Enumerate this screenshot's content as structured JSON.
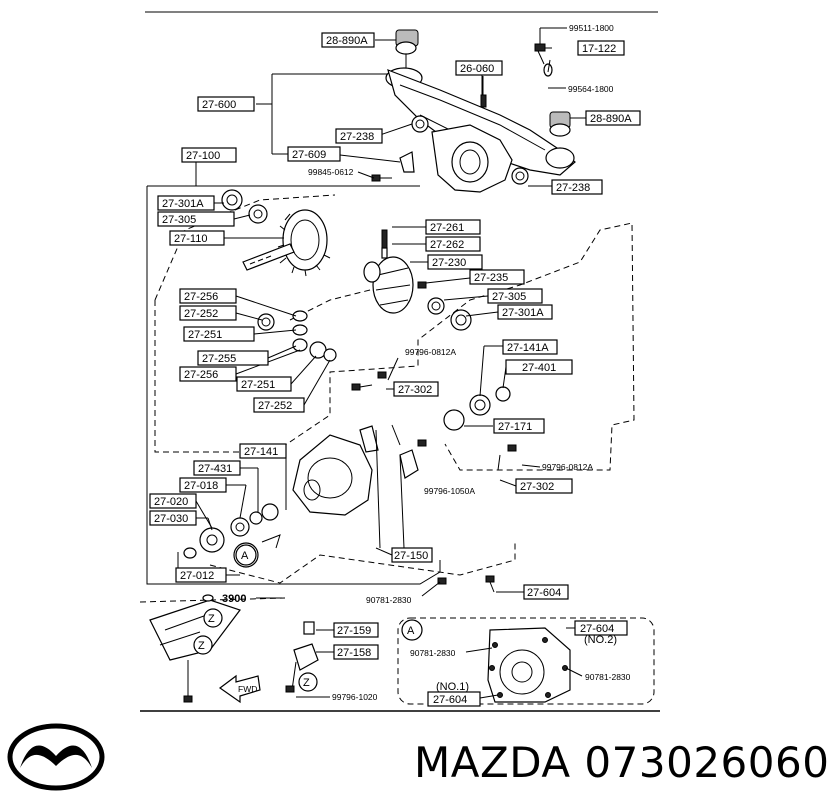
{
  "labels": {
    "l_28890a_top": "28-890A",
    "l_26060": "26-060",
    "l_99511": "99511-1800",
    "l_17122": "17-122",
    "l_99564": "99564-1800",
    "l_28890a_right": "28-890A",
    "l_27600": "27-600",
    "l_27238_a": "27-238",
    "l_27609": "27-609",
    "l_99845": "99845-0612",
    "l_27238_b": "27-238",
    "l_27100": "27-100",
    "l_27301a_a": "27-301A",
    "l_27305_a": "27-305",
    "l_27110": "27-110",
    "l_27261": "27-261",
    "l_27262": "27-262",
    "l_27230": "27-230",
    "l_27235": "27-235",
    "l_27256_a": "27-256",
    "l_27305_b": "27-305",
    "l_27252_a": "27-252",
    "l_27301a_b": "27-301A",
    "l_27251_a": "27-251",
    "l_27255": "27-255",
    "l_99796_0812a_a": "99796-0812A",
    "l_27141a": "27-141A",
    "l_27256_b": "27-256",
    "l_27401": "27-401",
    "l_27251_b": "27-251",
    "l_27302_a": "27-302",
    "l_27252_b": "27-252",
    "l_27171": "27-171",
    "l_27141": "27-141",
    "l_99796_0812a_b": "99796-0812A",
    "l_27431": "27-431",
    "l_27018": "27-018",
    "l_27302_b": "27-302",
    "l_99796_1050a": "99796-1050A",
    "l_27020": "27-020",
    "l_27030": "27-030",
    "l_27150": "27-150",
    "l_27012": "27-012",
    "l_90781_a": "90781-2830",
    "l_27604_a": "27-604",
    "l_3900": "3900",
    "l_27159": "27-159",
    "l_27158": "27-158",
    "l_99796_1020": "99796-1020",
    "l_27604_no2": "27-604",
    "l_no2": "(NO.2)",
    "l_90781_b": "90781-2830",
    "l_90781_c": "90781-2830",
    "l_no1": "(NO.1)",
    "l_27604_no1": "27-604",
    "l_fwd": "FWD",
    "l_circle_a": "A",
    "l_circle_a2": "A",
    "l_z1": "Z",
    "l_z2": "Z",
    "l_z3": "Z"
  },
  "brand": {
    "text": "MAZDA 073026060",
    "logo_icon": "mazda-logo-icon"
  }
}
